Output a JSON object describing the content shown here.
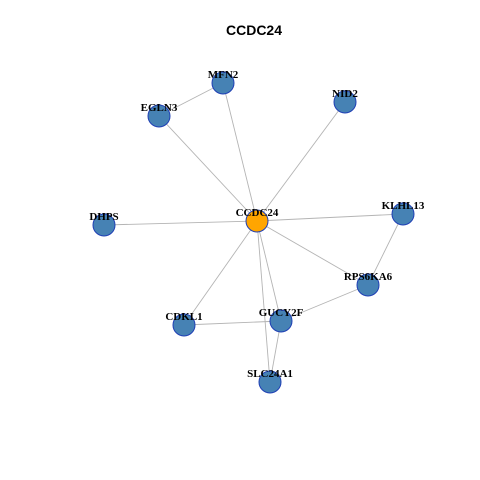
{
  "chart_data": {
    "type": "network",
    "title": "CCDC24",
    "colors": {
      "center_node": "#FFA500",
      "neighbor_node": "#4682B4",
      "node_border": "#1F3FB5",
      "edge": "#B4B4B4"
    },
    "nodes": [
      {
        "id": "CCDC24",
        "label": "CCDC24",
        "role": "center"
      },
      {
        "id": "MFN2",
        "label": "MFN2",
        "role": "neighbor"
      },
      {
        "id": "EGLN3",
        "label": "EGLN3",
        "role": "neighbor"
      },
      {
        "id": "NID2",
        "label": "NID2",
        "role": "neighbor"
      },
      {
        "id": "KLHL13",
        "label": "KLHL13",
        "role": "neighbor"
      },
      {
        "id": "DHPS",
        "label": "DHPS",
        "role": "neighbor"
      },
      {
        "id": "RPS6KA6",
        "label": "RPS6KA6",
        "role": "neighbor"
      },
      {
        "id": "CDKL1",
        "label": "CDKL1",
        "role": "neighbor"
      },
      {
        "id": "GUCY2F",
        "label": "GUCY2F",
        "role": "neighbor"
      },
      {
        "id": "SLC24A1",
        "label": "SLC24A1",
        "role": "neighbor"
      }
    ],
    "edges": [
      {
        "source": "CCDC24",
        "target": "MFN2"
      },
      {
        "source": "CCDC24",
        "target": "EGLN3"
      },
      {
        "source": "CCDC24",
        "target": "NID2"
      },
      {
        "source": "CCDC24",
        "target": "KLHL13"
      },
      {
        "source": "CCDC24",
        "target": "DHPS"
      },
      {
        "source": "CCDC24",
        "target": "RPS6KA6"
      },
      {
        "source": "CCDC24",
        "target": "CDKL1"
      },
      {
        "source": "CCDC24",
        "target": "GUCY2F"
      },
      {
        "source": "CCDC24",
        "target": "SLC24A1"
      },
      {
        "source": "MFN2",
        "target": "EGLN3"
      },
      {
        "source": "KLHL13",
        "target": "RPS6KA6"
      },
      {
        "source": "RPS6KA6",
        "target": "GUCY2F"
      },
      {
        "source": "CDKL1",
        "target": "GUCY2F"
      },
      {
        "source": "GUCY2F",
        "target": "SLC24A1"
      }
    ]
  }
}
